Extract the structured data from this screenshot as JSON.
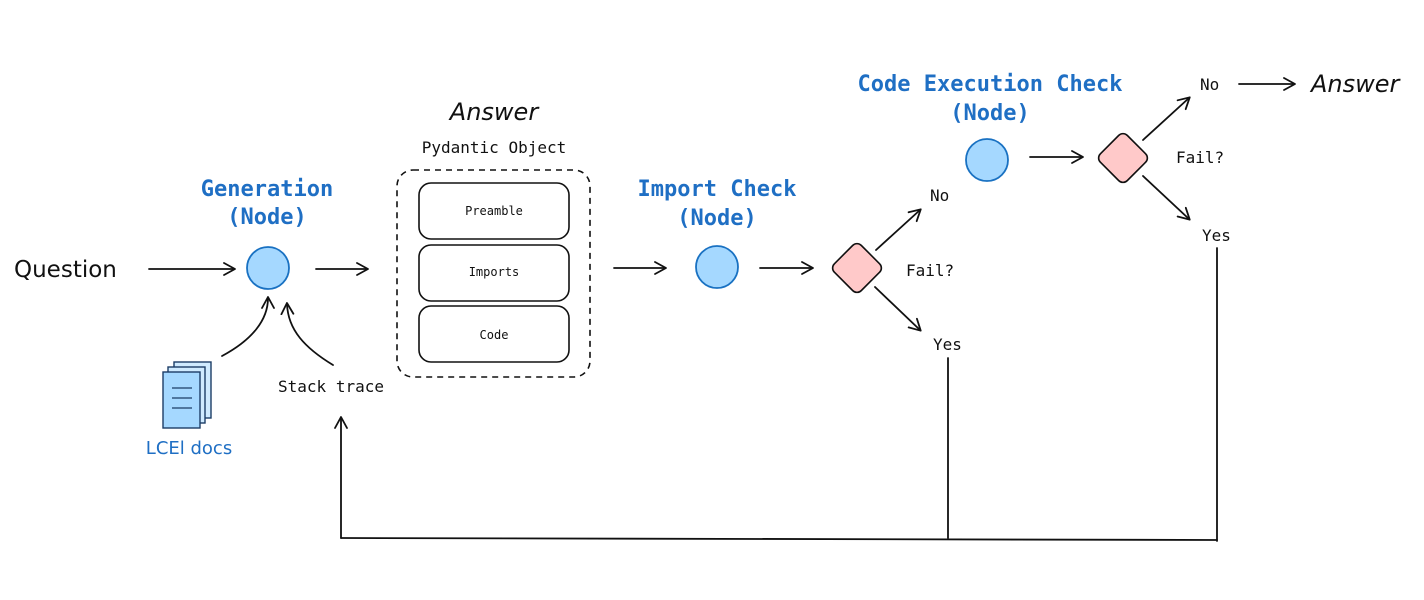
{
  "colors": {
    "node_fill": "#a5d8ff",
    "node_stroke": "#1971c2",
    "decision_fill": "#ffc9c9",
    "decision_stroke": "#111111",
    "label_blue": "#1f6fc4",
    "text": "#111111"
  },
  "question_label": "Question",
  "generation": {
    "title": "Generation",
    "subtitle": "(Node)"
  },
  "answer_object": {
    "title": "Answer",
    "subtitle": "Pydantic Object",
    "fields": [
      "Preamble",
      "Imports",
      "Code"
    ]
  },
  "import_check": {
    "title": "Import Check",
    "subtitle": "(Node)"
  },
  "code_execution_check": {
    "title": "Code Execution Check",
    "subtitle": "(Node)"
  },
  "decision_label": "Fail?",
  "no_label": "No",
  "yes_label": "Yes",
  "final_answer": "Answer",
  "stack_trace": "Stack trace",
  "docs": {
    "label": "LCEl docs",
    "icon": "documents-icon"
  }
}
